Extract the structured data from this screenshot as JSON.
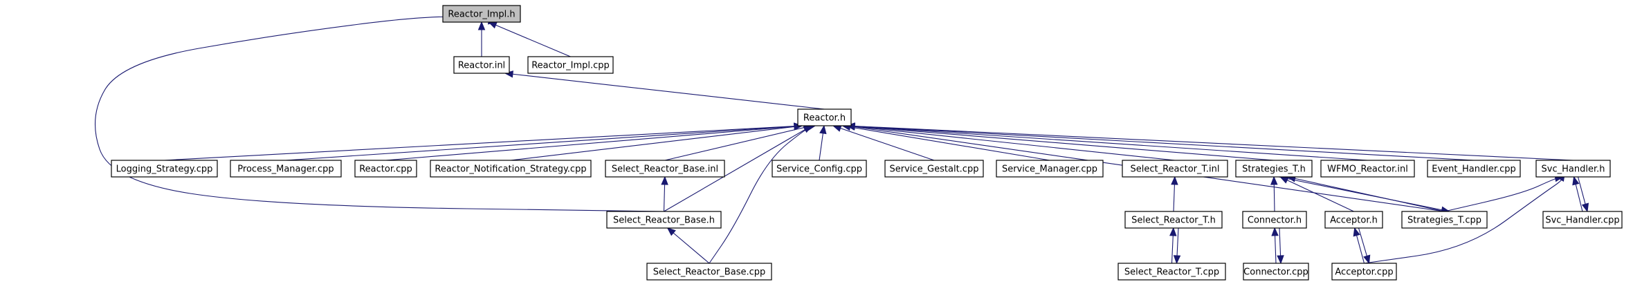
{
  "diagram": {
    "colors": {
      "edge": "#191970",
      "focus_fill": "#bfbfbf",
      "node_fill": "#ffffff",
      "border": "#000000"
    },
    "nodes": [
      {
        "id": "reactor_impl_h",
        "label": "Reactor_Impl.h",
        "focus": true
      },
      {
        "id": "reactor_inl",
        "label": "Reactor.inl"
      },
      {
        "id": "reactor_impl_cpp",
        "label": "Reactor_Impl.cpp"
      },
      {
        "id": "reactor_h",
        "label": "Reactor.h"
      },
      {
        "id": "logging_strategy_cpp",
        "label": "Logging_Strategy.cpp"
      },
      {
        "id": "process_manager_cpp",
        "label": "Process_Manager.cpp"
      },
      {
        "id": "reactor_cpp",
        "label": "Reactor.cpp"
      },
      {
        "id": "reactor_notification_strategy_cpp",
        "label": "Reactor_Notification_Strategy.cpp"
      },
      {
        "id": "select_reactor_base_inl",
        "label": "Select_Reactor_Base.inl"
      },
      {
        "id": "service_config_cpp",
        "label": "Service_Config.cpp"
      },
      {
        "id": "service_gestalt_cpp",
        "label": "Service_Gestalt.cpp"
      },
      {
        "id": "service_manager_cpp",
        "label": "Service_Manager.cpp"
      },
      {
        "id": "select_reactor_t_inl",
        "label": "Select_Reactor_T.inl"
      },
      {
        "id": "strategies_t_h",
        "label": "Strategies_T.h"
      },
      {
        "id": "wfmo_reactor_inl",
        "label": "WFMO_Reactor.inl"
      },
      {
        "id": "event_handler_cpp",
        "label": "Event_Handler.cpp"
      },
      {
        "id": "svc_handler_h",
        "label": "Svc_Handler.h"
      },
      {
        "id": "select_reactor_base_h",
        "label": "Select_Reactor_Base.h"
      },
      {
        "id": "select_reactor_t_h",
        "label": "Select_Reactor_T.h"
      },
      {
        "id": "connector_h",
        "label": "Connector.h"
      },
      {
        "id": "acceptor_h",
        "label": "Acceptor.h"
      },
      {
        "id": "strategies_t_cpp",
        "label": "Strategies_T.cpp"
      },
      {
        "id": "svc_handler_cpp",
        "label": "Svc_Handler.cpp"
      },
      {
        "id": "select_reactor_base_cpp",
        "label": "Select_Reactor_Base.cpp"
      },
      {
        "id": "select_reactor_t_cpp",
        "label": "Select_Reactor_T.cpp"
      },
      {
        "id": "connector_cpp",
        "label": "Connector.cpp"
      },
      {
        "id": "acceptor_cpp",
        "label": "Acceptor.cpp"
      }
    ],
    "edges": [
      {
        "from": "reactor_inl",
        "to": "reactor_impl_h"
      },
      {
        "from": "reactor_impl_cpp",
        "to": "reactor_impl_h"
      },
      {
        "from": "select_reactor_base_h",
        "to": "reactor_impl_h"
      },
      {
        "from": "reactor_h",
        "to": "reactor_inl"
      },
      {
        "from": "logging_strategy_cpp",
        "to": "reactor_h"
      },
      {
        "from": "process_manager_cpp",
        "to": "reactor_h"
      },
      {
        "from": "reactor_cpp",
        "to": "reactor_h"
      },
      {
        "from": "reactor_notification_strategy_cpp",
        "to": "reactor_h"
      },
      {
        "from": "select_reactor_base_inl",
        "to": "reactor_h"
      },
      {
        "from": "select_reactor_base_h",
        "to": "reactor_h"
      },
      {
        "from": "select_reactor_base_cpp",
        "to": "reactor_h"
      },
      {
        "from": "service_config_cpp",
        "to": "reactor_h"
      },
      {
        "from": "service_gestalt_cpp",
        "to": "reactor_h"
      },
      {
        "from": "service_manager_cpp",
        "to": "reactor_h"
      },
      {
        "from": "select_reactor_t_inl",
        "to": "reactor_h"
      },
      {
        "from": "strategies_t_h",
        "to": "reactor_h"
      },
      {
        "from": "strategies_t_cpp",
        "to": "reactor_h"
      },
      {
        "from": "wfmo_reactor_inl",
        "to": "reactor_h"
      },
      {
        "from": "event_handler_cpp",
        "to": "reactor_h"
      },
      {
        "from": "svc_handler_h",
        "to": "reactor_h"
      },
      {
        "from": "select_reactor_base_h",
        "to": "select_reactor_base_inl"
      },
      {
        "from": "select_reactor_base_cpp",
        "to": "select_reactor_base_h"
      },
      {
        "from": "select_reactor_t_h",
        "to": "select_reactor_t_inl"
      },
      {
        "from": "select_reactor_t_cpp",
        "to": "select_reactor_t_h"
      },
      {
        "from": "select_reactor_t_h",
        "to": "select_reactor_t_cpp"
      },
      {
        "from": "connector_h",
        "to": "strategies_t_h"
      },
      {
        "from": "acceptor_h",
        "to": "strategies_t_h"
      },
      {
        "from": "strategies_t_cpp",
        "to": "strategies_t_h"
      },
      {
        "from": "strategies_t_h",
        "to": "strategies_t_cpp"
      },
      {
        "from": "connector_cpp",
        "to": "connector_h"
      },
      {
        "from": "connector_h",
        "to": "connector_cpp"
      },
      {
        "from": "acceptor_cpp",
        "to": "acceptor_h"
      },
      {
        "from": "acceptor_h",
        "to": "acceptor_cpp"
      },
      {
        "from": "strategies_t_cpp",
        "to": "svc_handler_h"
      },
      {
        "from": "svc_handler_cpp",
        "to": "svc_handler_h"
      },
      {
        "from": "svc_handler_h",
        "to": "svc_handler_cpp"
      },
      {
        "from": "acceptor_cpp",
        "to": "svc_handler_h"
      }
    ]
  }
}
